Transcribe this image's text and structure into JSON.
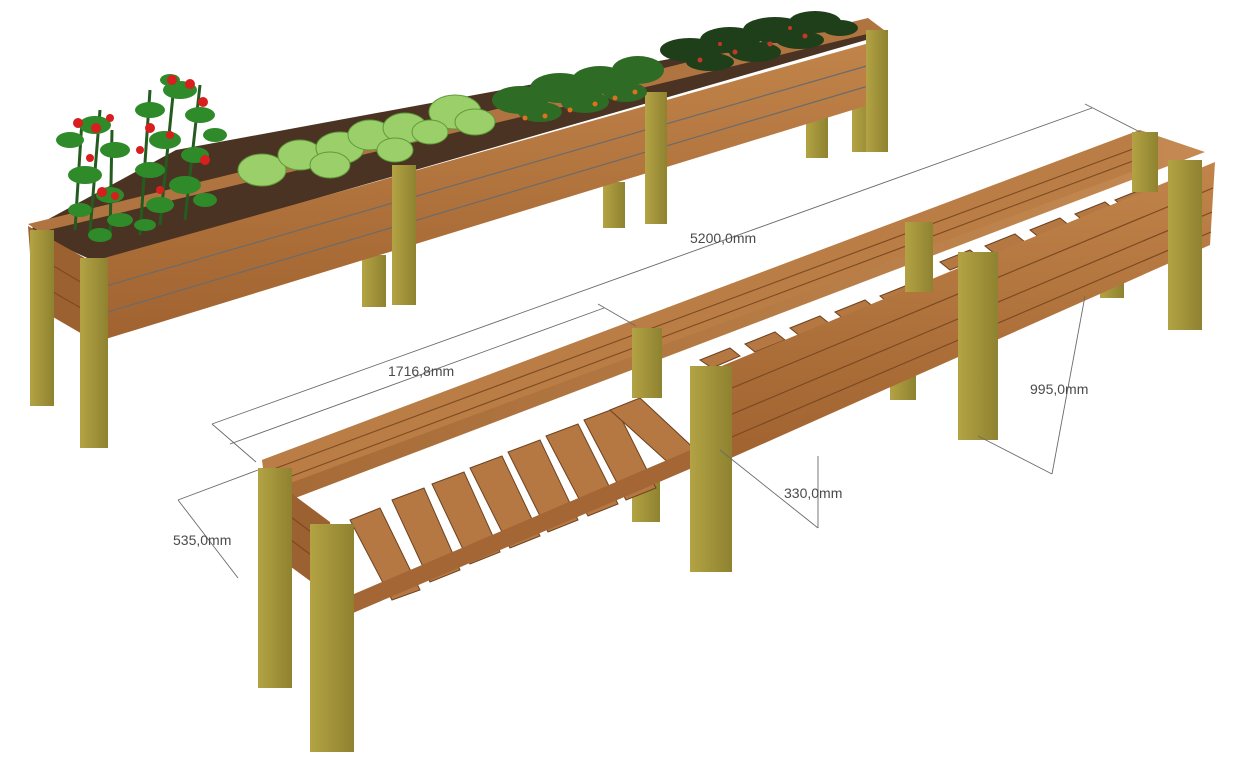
{
  "dimensions": {
    "total_length": "5200,0mm",
    "section_length": "1716,8mm",
    "width": "535,0mm",
    "depth": "330,0mm",
    "height": "995,0mm"
  },
  "colors": {
    "wood_light": "#b8783e",
    "wood_mid": "#9c6130",
    "wood_dark": "#7c4a22",
    "post": "#a89a3a",
    "post_dark": "#8c7f2a",
    "soil": "#4a3322",
    "leaf": "#2f8a2a",
    "lettuce": "#9bcf6a",
    "tomato": "#d81e1e",
    "dim": "#6b6b6b"
  }
}
